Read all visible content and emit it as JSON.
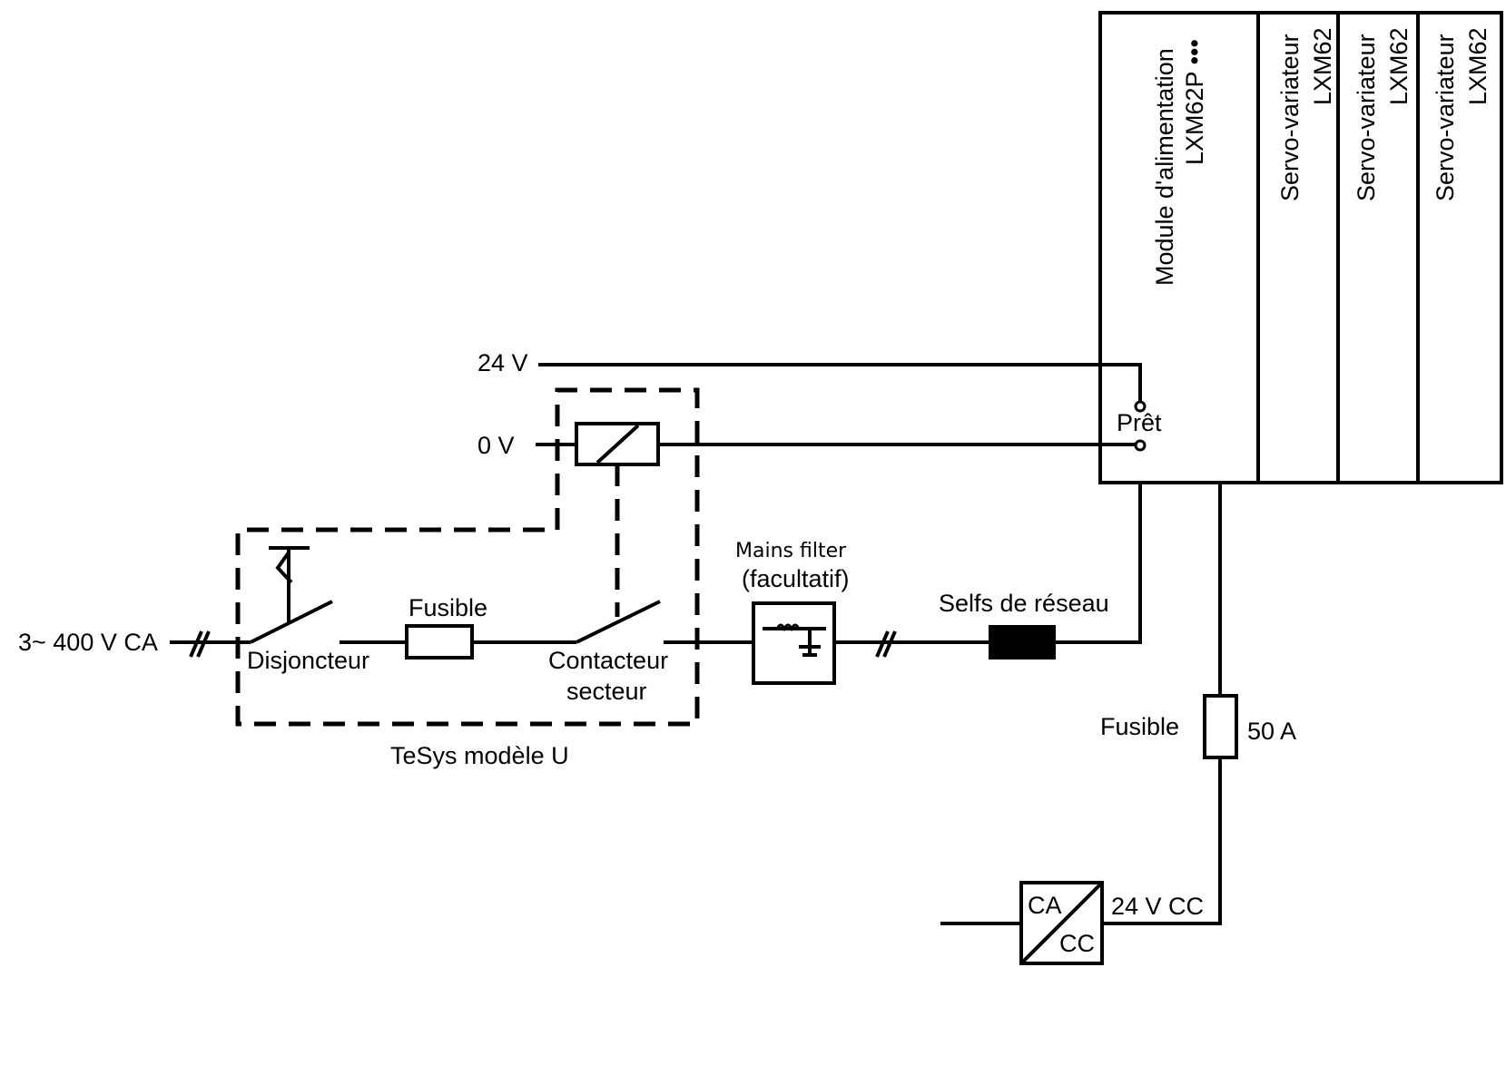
{
  "labels": {
    "supply": "3~ 400 V CA",
    "v24": "24 V",
    "v0": "0 V",
    "breaker": "Disjoncteur",
    "fuse_top": "Fusible",
    "contactor_1": "Contacteur",
    "contactor_2": "secteur",
    "tesys": "TeSys modèle U",
    "filter_1": "Mains filter",
    "filter_2": "(facultatif)",
    "chokes": "Selfs de réseau",
    "ready": "Prêt",
    "fuse_right": "Fusible",
    "fuse_rating": "50 A",
    "ac": "CA",
    "dc": "CC",
    "dc24": "24 V CC"
  },
  "modules": {
    "power_1": "Module d'alimentation",
    "power_2": "LXM62P •••",
    "servo_name": "Servo-variateur",
    "servo_model": "LXM62"
  }
}
